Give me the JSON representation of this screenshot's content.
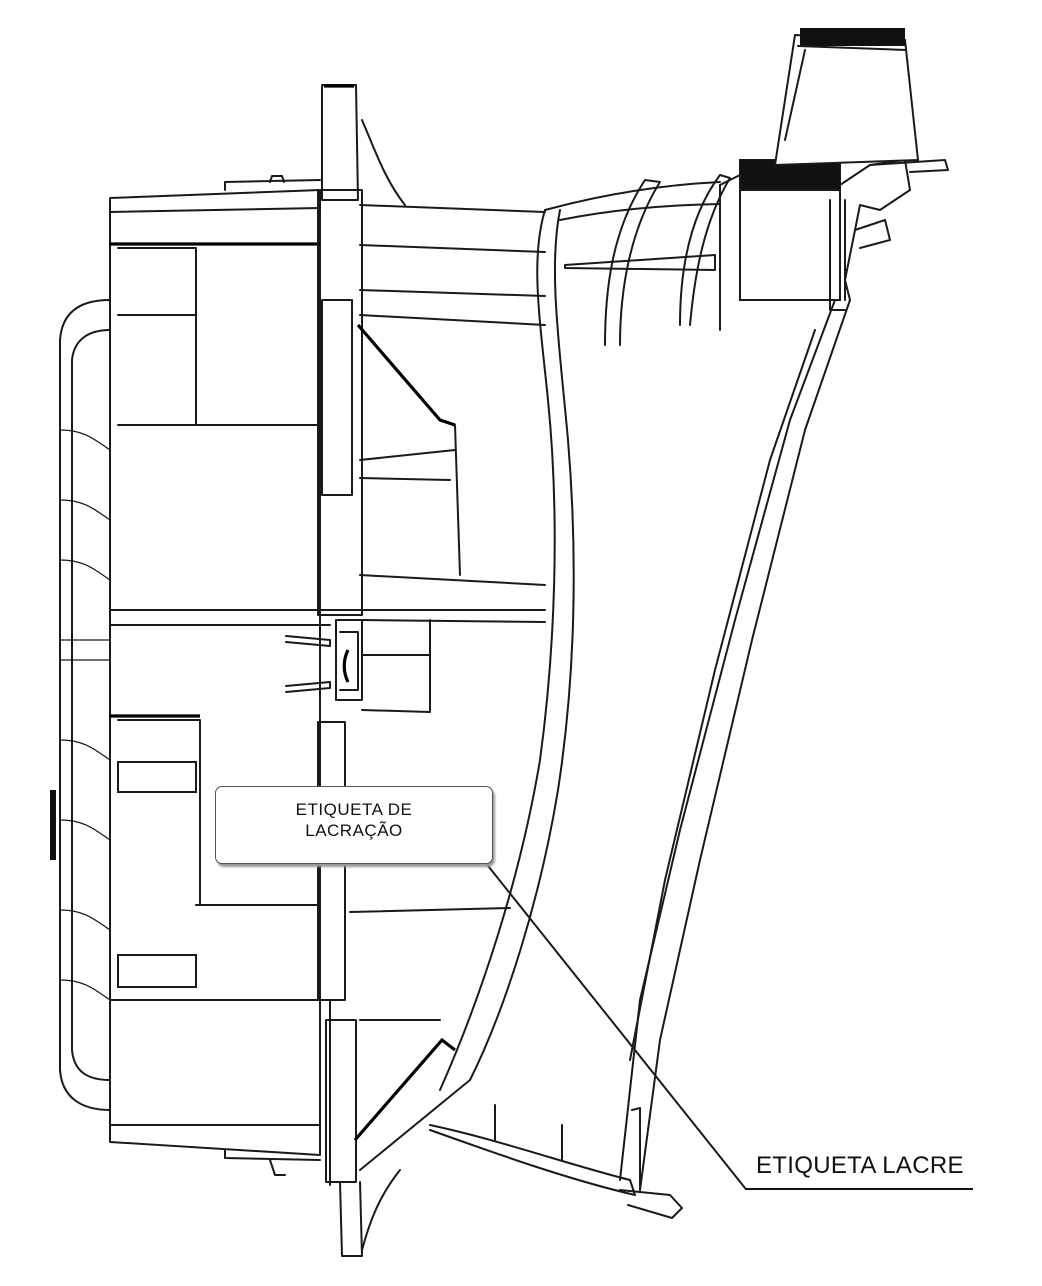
{
  "labels": {
    "seal_box_line1": "ETIQUETA DE",
    "seal_box_line2": "LACRAÇÃO",
    "seal_callout": "ETIQUETA LACRE"
  },
  "colors": {
    "line": "#1a1a1a",
    "background": "#ffffff"
  }
}
